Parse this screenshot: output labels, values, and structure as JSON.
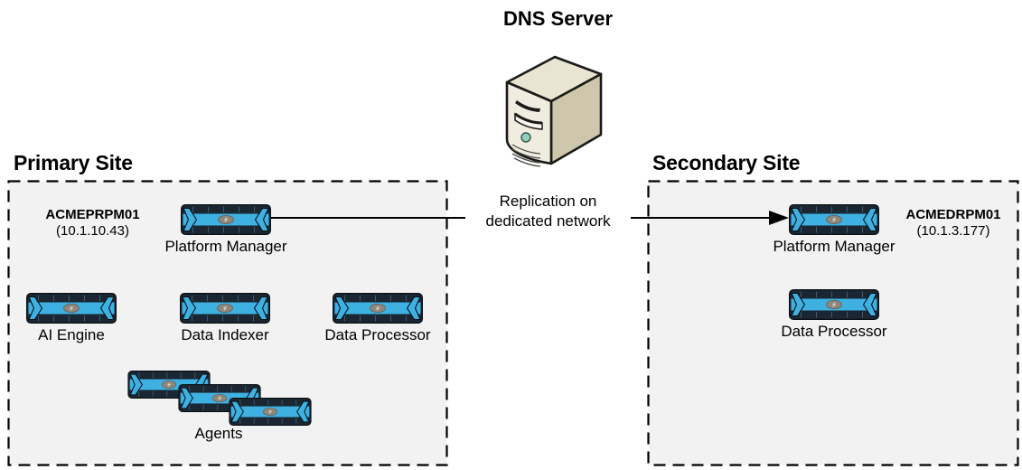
{
  "diagram": {
    "dns_label": "DNS Server",
    "replication_label": {
      "line1": "Replication on",
      "line2": "dedicated network"
    },
    "primary_site": {
      "title": "Primary Site",
      "hostname": "ACMEPRPM01",
      "ip": "(10.1.10.43)",
      "platform_manager_label": "Platform Manager",
      "ai_engine_label": "AI Engine",
      "data_indexer_label": "Data Indexer",
      "data_processor_label": "Data Processor",
      "agents_label": "Agents"
    },
    "secondary_site": {
      "title": "Secondary Site",
      "hostname": "ACMEDRPM01",
      "ip": "(10.1.3.177)",
      "platform_manager_label": "Platform Manager",
      "data_processor_label": "Data Processor"
    },
    "colors": {
      "appliance_blue": "#3eb1e2",
      "appliance_dark": "#1a2732",
      "site_box_fill": "#f2f2f2",
      "server_front": "#f0ecdf",
      "server_side": "#cfc7ab",
      "server_top": "#eae5d2",
      "power_button_teal": "#8fd0bc"
    }
  }
}
